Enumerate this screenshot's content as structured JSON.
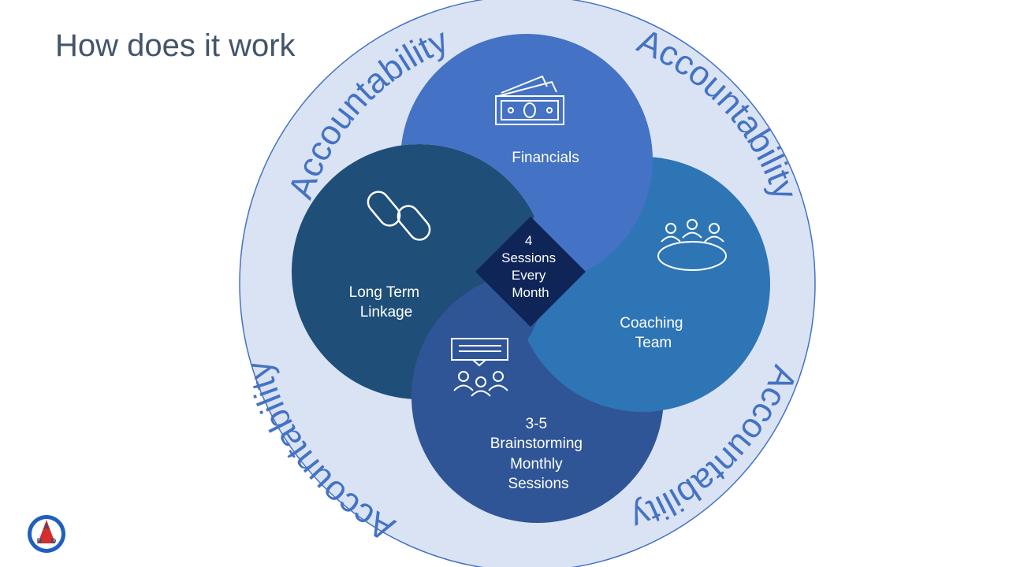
{
  "slide": {
    "title": "How does it work"
  },
  "ring": {
    "labels": [
      "Accountability",
      "Accountability",
      "Accountability",
      "Accountability"
    ]
  },
  "lobes": {
    "financials": {
      "label": "Financials",
      "icon": "money-icon"
    },
    "coaching": {
      "lines": [
        "Coaching",
        "Team"
      ],
      "icon": "meeting-table-icon"
    },
    "brainstorming": {
      "lines": [
        "3-5",
        "Brainstorming",
        "Monthly",
        "Sessions"
      ],
      "icon": "presentation-group-icon"
    },
    "linkage": {
      "lines": [
        "Long Term",
        "Linkage"
      ],
      "icon": "chain-link-icon"
    }
  },
  "center": {
    "lines": [
      "4",
      "Sessions",
      "Every",
      "Month"
    ]
  },
  "logo": {
    "letters": [
      "A",
      "R",
      "D"
    ]
  },
  "colors": {
    "ring_fill": "#dae3f3",
    "ring_stroke": "#4472c4",
    "financials": "#4472c4",
    "coaching": "#2e75b6",
    "brainstorming": "#2f5597",
    "linkage": "#1f4e79",
    "center": "#0f2557",
    "title": "#44546a"
  }
}
